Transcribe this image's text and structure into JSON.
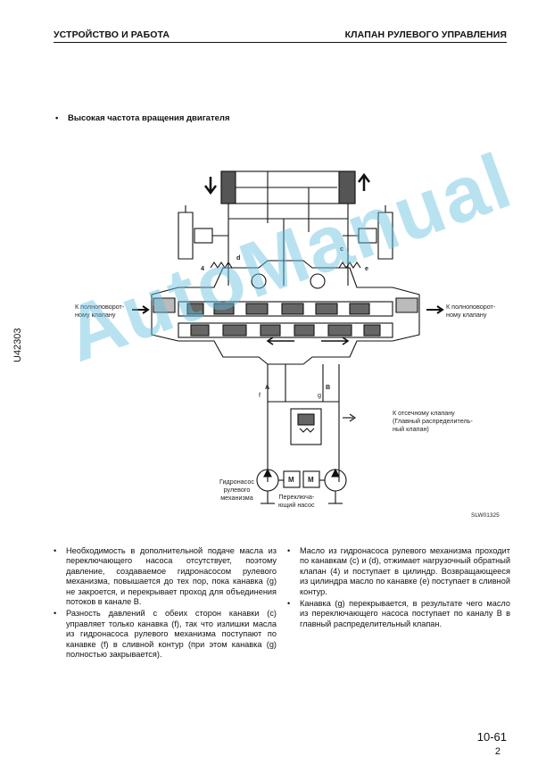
{
  "header": {
    "left": "УСТРОЙСТВО И РАБОТА",
    "right": "КЛАПАН РУЛЕВОГО УПРАВЛЕНИЯ"
  },
  "section_title": "Высокая частота вращения двигателя",
  "side_code": "U42303",
  "watermark": "AutoManual",
  "diagram": {
    "label_left_1": "К полноповорот-",
    "label_left_2": "ному клапану",
    "label_right_1": "К полноповорот-",
    "label_right_2": "ному клапану",
    "label_shutoff_1": "К отсечному клапану",
    "label_shutoff_2": "(Главный распределитель-",
    "label_shutoff_3": "ный клапан)",
    "label_pump_1": "Гидронасос",
    "label_pump_2": "рулевого",
    "label_pump_3": "механизма",
    "label_switch_1": "Переключа-",
    "label_switch_2": "ющий насос",
    "label_code": "SLW01325",
    "letter_d": "d",
    "letter_c": "c",
    "letter_e": "e",
    "num_4": "4",
    "letter_A": "A",
    "letter_B": "B",
    "letter_f": "f",
    "letter_g": "g",
    "motor_1": "M",
    "motor_2": "M"
  },
  "left_column": [
    "Необходимость в дополнительной подаче масла из переключающего насоса отсутствует, поэтому давление, создаваемое гидронасосом рулевого механизма, повышается до тех пор, пока канавка (g) не закроется, и перекрывает проход для объединения потоков в канале B.",
    "Разность давлений с обеих сторон канавки (c) управляет только канавка (f), так что излишки масла из гидронасоса рулевого механизма поступают по канавке (f) в сливной контур (при этом канавка (g) полностью закрывается)."
  ],
  "right_column": [
    "Масло из гидронасоса рулевого механизма проходит по канавкам (c) и (d), отжимает нагрузочный обратный клапан (4) и поступает в цилиндр. Возвращающееся из цилиндра масло по канавке (e) поступает в сливной контур.",
    "Канавка (g) перекрывается, в результате чего масло из переключающего насоса поступает по каналу B в главный распределительный клапан."
  ],
  "bullet": "•",
  "page_number": "10-61",
  "page_sub": "2"
}
